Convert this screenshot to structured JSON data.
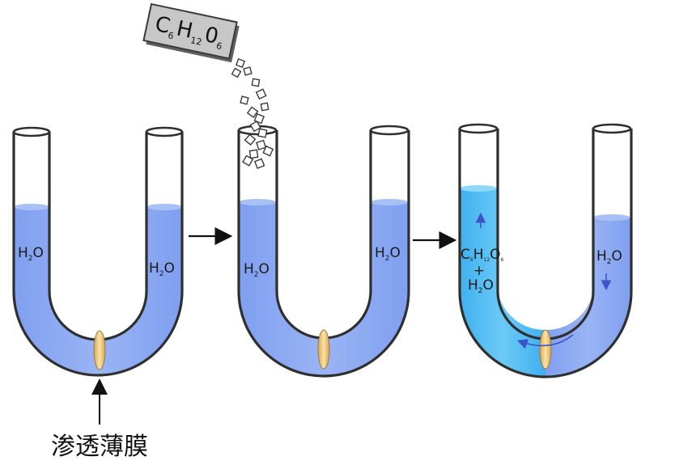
{
  "membrane_caption": "渗透薄膜",
  "sugar_box_label": {
    "c": "C",
    "c_sub": "6",
    "h": "H",
    "h_sub": "12",
    "o": "0",
    "o_sub": "6"
  },
  "tube1": {
    "left_label": {
      "main": "H",
      "sub": "2",
      "tail": "O"
    },
    "right_label": {
      "main": "H",
      "sub": "2",
      "tail": "O"
    }
  },
  "tube2": {
    "left_label": {
      "main": "H",
      "sub": "2",
      "tail": "O"
    },
    "right_label": {
      "main": "H",
      "sub": "2",
      "tail": "O"
    }
  },
  "tube3": {
    "left_label_line1": {
      "c": "C",
      "c_sub": "6",
      "h": "H",
      "h_sub": "12",
      "o": "O",
      "o_sub": "6"
    },
    "left_plus": "+",
    "left_label_line2": {
      "main": "H",
      "sub": "2",
      "tail": "O"
    },
    "right_label": {
      "main": "H",
      "sub": "2",
      "tail": "O"
    }
  },
  "colors": {
    "water": "#8aa9f0",
    "water_surface": "#a9c0f5",
    "sugar_solution": "#55b9f0",
    "sugar_surface": "#7fd0f7",
    "membrane": "#f3d08a",
    "outline": "#2f2f2f",
    "arrow": "#111111",
    "flow_arrow": "#3b52c9"
  }
}
